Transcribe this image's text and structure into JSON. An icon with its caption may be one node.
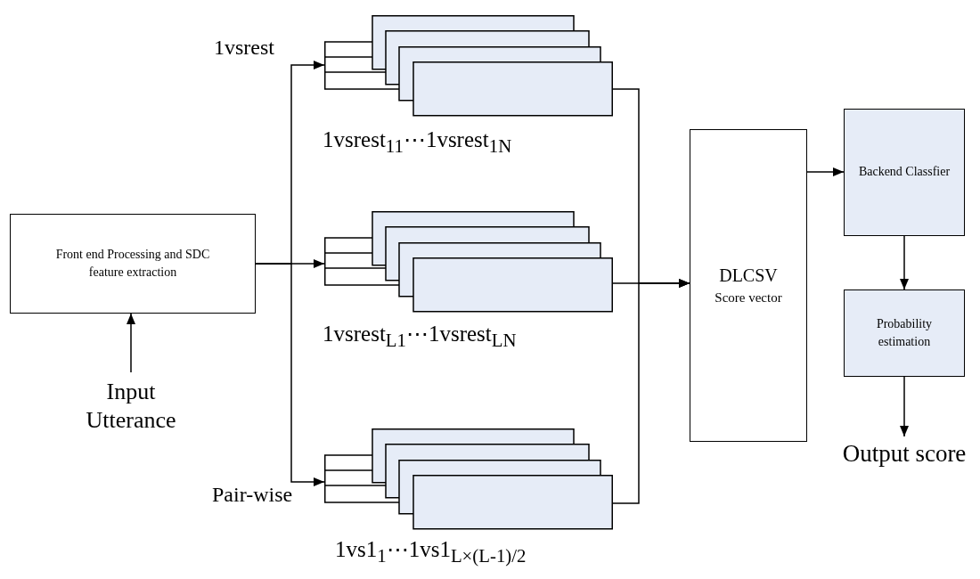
{
  "diagram": {
    "nodes": [
      {
        "text": [
          "Front end Processing and SDC feature extraction"
        ]
      },
      {
        "text": [
          "Input Utterance"
        ]
      },
      {
        "text": [],
        "shape": "box",
        "beside": [
          "1vsrest",
          "1vsrest$_{11}$⋯1vsrest$_{1N}$"
        ]
      },
      {
        "text": [],
        "shape": "box",
        "beside": [
          "1vsrest$_{L1}$⋯1vsrest$_{LN}$"
        ]
      },
      {
        "text": [],
        "shape": "box",
        "beside": [
          "Pair-wise",
          "1vs1$_{1}$⋯1vs1$_{L×(L-1)/2}$"
        ]
      },
      {
        "text": [
          "DLCSV",
          "Score vector"
        ]
      },
      {
        "text": [
          "Backend Classfier"
        ]
      },
      {
        "text": [
          "Probability estimation"
        ]
      },
      {
        "text": [
          "Output score"
        ]
      }
    ],
    "edges": [
      {
        "from": 1,
        "to": 0,
        "arrow": "to"
      },
      {
        "from": 0,
        "to": 2,
        "arrow": "to"
      },
      {
        "from": 0,
        "to": 3,
        "arrow": "to"
      },
      {
        "from": 0,
        "to": 4,
        "arrow": "to"
      },
      {
        "from": 2,
        "to": 5,
        "arrow": "to"
      },
      {
        "from": 3,
        "to": 5,
        "arrow": "to"
      },
      {
        "from": 4,
        "to": 5,
        "arrow": "to"
      },
      {
        "from": 5,
        "to": 6,
        "arrow": "to"
      },
      {
        "from": 6,
        "to": 7,
        "arrow": "to"
      },
      {
        "from": 7,
        "to": 8,
        "arrow": "to"
      }
    ]
  }
}
